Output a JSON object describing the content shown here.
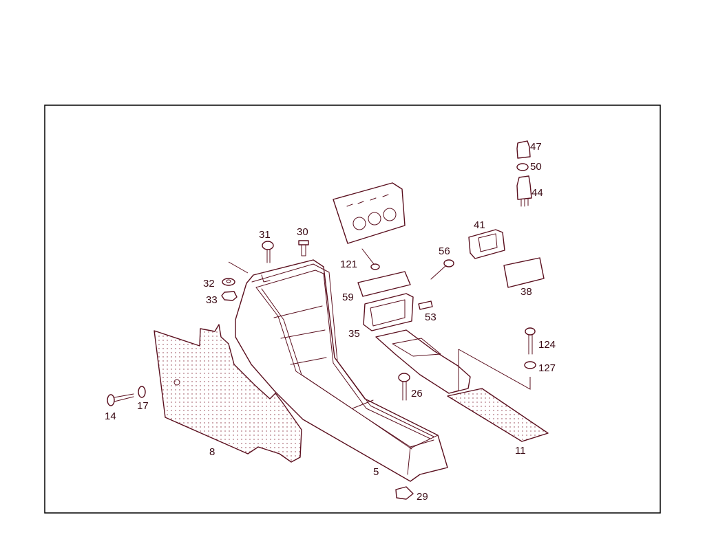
{
  "callouts": {
    "c47": "47",
    "c50": "50",
    "c44": "44",
    "c41": "41",
    "c56": "56",
    "c38": "38",
    "c31": "31",
    "c30": "30",
    "c121": "121",
    "c32": "32",
    "c33": "33",
    "c59": "59",
    "c53": "53",
    "c35": "35",
    "c124": "124",
    "c127": "127",
    "c26": "26",
    "c14": "14",
    "c17": "17",
    "c8": "8",
    "c5": "5",
    "c11": "11",
    "c29": "29"
  },
  "colors": {
    "line": "#5a0f1e",
    "text": "#3a0a14",
    "frame": "#000000"
  }
}
